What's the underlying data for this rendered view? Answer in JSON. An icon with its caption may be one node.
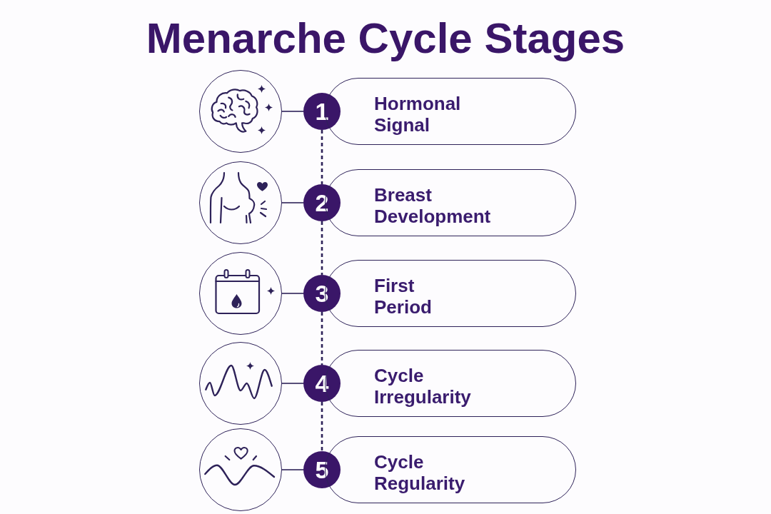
{
  "diagram": {
    "title": "Menarche Cycle Stages",
    "nodes": [
      {
        "text": [],
        "shape": "circle"
      },
      {
        "text": [
          "1"
        ]
      },
      {
        "text": [
          "Hormonal Signal"
        ]
      },
      {
        "text": [],
        "shape": "circle"
      },
      {
        "text": [
          "2"
        ]
      },
      {
        "text": [
          "Breast Development"
        ]
      },
      {
        "text": [],
        "shape": "circle"
      },
      {
        "text": [
          "3"
        ]
      },
      {
        "text": [
          "First Period"
        ]
      },
      {
        "text": [],
        "shape": "circle"
      },
      {
        "text": [
          "4"
        ]
      },
      {
        "text": [
          "Cycle Irregularity"
        ]
      },
      {
        "text": [],
        "shape": "circle"
      },
      {
        "text": [
          "5"
        ]
      },
      {
        "text": [
          "Cycle Regularity"
        ]
      }
    ],
    "edges": [
      {
        "from": 0,
        "to": 1,
        "arrow": "none"
      },
      {
        "from": 3,
        "to": 4,
        "arrow": "none"
      },
      {
        "from": 6,
        "to": 7,
        "arrow": "none"
      },
      {
        "from": 9,
        "to": 10,
        "arrow": "none"
      },
      {
        "from": 12,
        "to": 13,
        "arrow": "none"
      },
      {
        "from": 1,
        "to": 4,
        "arrow": "none",
        "style": "dashed"
      },
      {
        "from": 4,
        "to": 7,
        "arrow": "none",
        "style": "dashed"
      },
      {
        "from": 7,
        "to": 10,
        "arrow": "none",
        "style": "dashed"
      },
      {
        "from": 10,
        "to": 13,
        "arrow": "none",
        "style": "dashed"
      }
    ]
  }
}
